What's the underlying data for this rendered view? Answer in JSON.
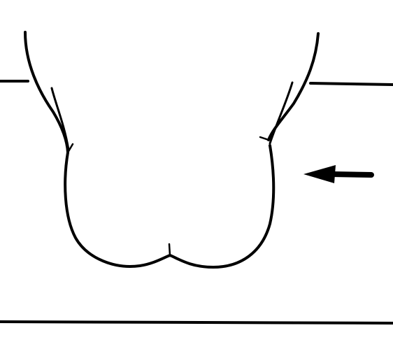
{
  "diagram": {
    "colors": {
      "background": "#ffffff",
      "ink": "#000000"
    },
    "elements": [
      "upper-horizontal-line-left",
      "upper-horizontal-line-right",
      "lower-horizontal-line",
      "outline-shape",
      "pointer-arrow-icon"
    ]
  }
}
